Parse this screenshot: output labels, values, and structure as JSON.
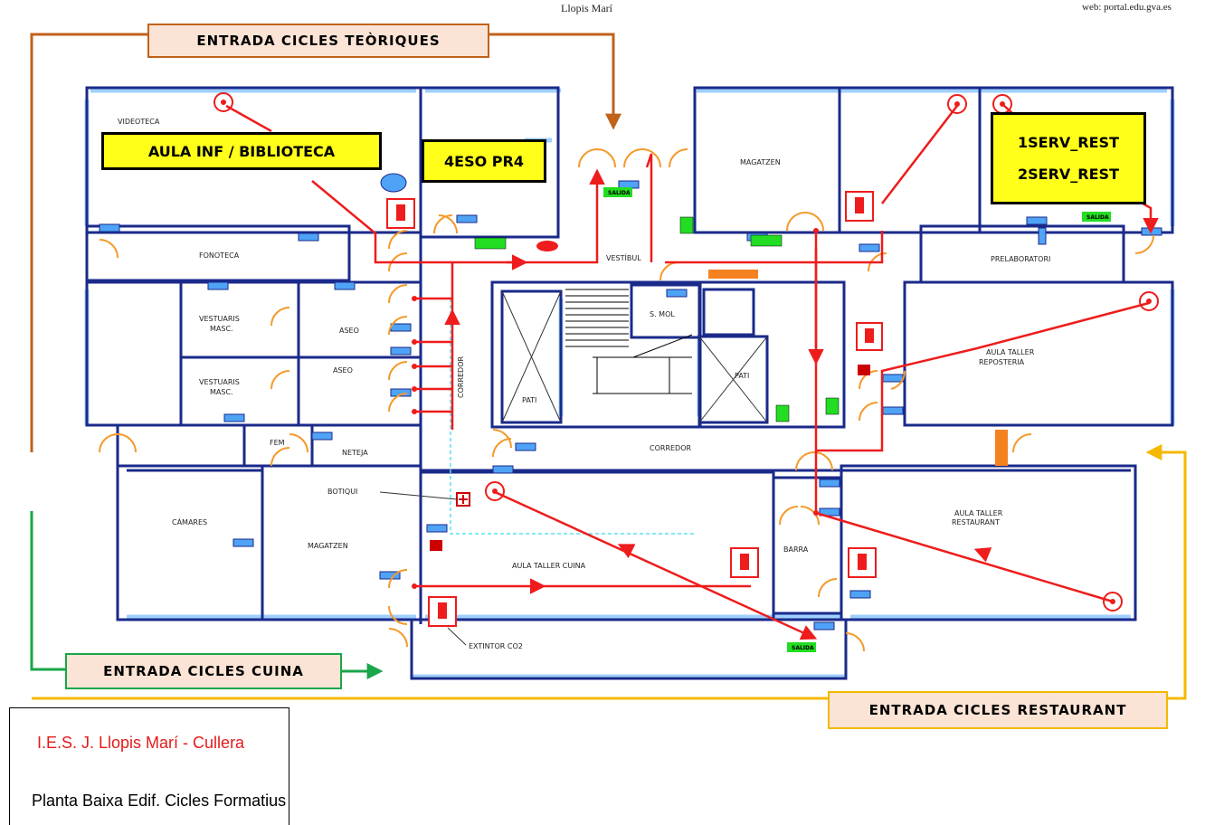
{
  "header": {
    "left": "Llopis Marí",
    "right": "web: portal.edu.gva.es"
  },
  "entrances": {
    "teorics": "ENTRADA CICLES TEÒRIQUES",
    "cuina": "ENTRADA CICLES CUINA",
    "restaurant": "ENTRADA CICLES RESTAURANT"
  },
  "highlighted_rooms": {
    "aula_inf": "AULA INF / BIBLIOTECA",
    "eso": "4ESO PR4",
    "serv1": "1SERV_REST",
    "serv2": "2SERV_REST"
  },
  "rooms": {
    "videoteca": "VIDEOTECA",
    "fonoteca": "FONOTECA",
    "vest1": "VESTUARIS",
    "vest1b": "MASC.",
    "vest2": "VESTUARIS",
    "vest2b": "MASC.",
    "aseo1": "ASEO",
    "aseo2": "ASEO",
    "fem": "FEM",
    "neteja": "NETEJA",
    "camares": "CÁMARES",
    "magatzen_left": "MAGATZEN",
    "botiqui": "BOTIQUI",
    "corredor_v": "CORREDOR",
    "pati1": "PATI",
    "pati2": "PATI",
    "smol": "S. MOL",
    "vestibul": "VESTÍBUL",
    "magatzen_top": "MAGATZEN",
    "prelaboratori": "PRELABORATORI",
    "aula_repo1": "AULA TALLER",
    "aula_repo2": "REPOSTERIA",
    "corredor_h": "CORREDOR",
    "aula_cuina": "AULA TALLER CUINA",
    "barra": "BARRA",
    "aula_rest1": "AULA TALLER",
    "aula_rest2": "RESTAURANT",
    "extintor": "EXTINTOR CO2",
    "salida": "SALIDA"
  },
  "legend": {
    "school": "I.E.S. J. Llopis Marí - Cullera",
    "floor": "Planta Baixa Edif. Cicles Formatius"
  },
  "colors": {
    "evacuation": "#ee1c1c",
    "wall": "#1a2a8a",
    "window": "#9fd0ff",
    "teorics_line": "#c0621a",
    "cuina_line": "#1aa64a",
    "restaurant_line": "#f5b800",
    "highlight": "#ffff1a",
    "exit_sign": "#22dd22"
  }
}
